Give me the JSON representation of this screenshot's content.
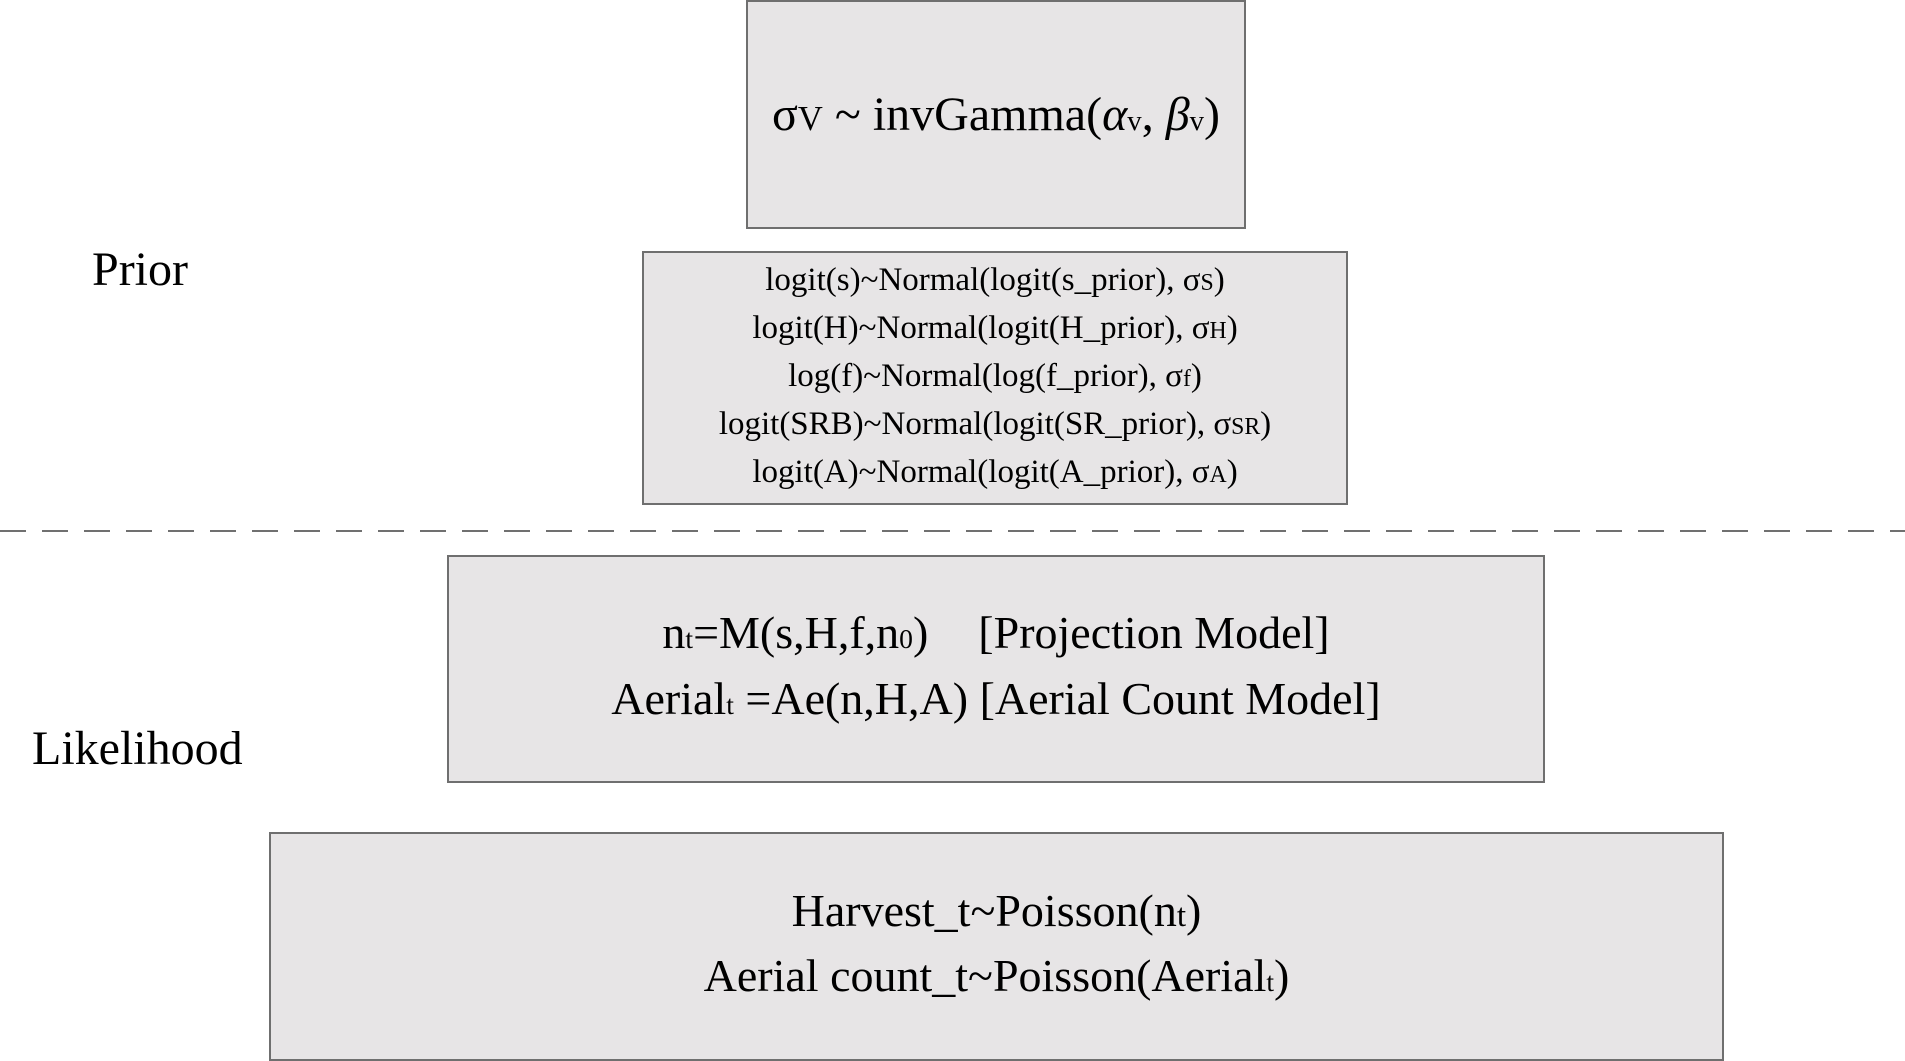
{
  "labels": {
    "prior": "Prior",
    "likelihood": "Likelihood"
  },
  "hyperprior": {
    "sigma": "σ",
    "sigma_sub": "V",
    "mid": " ~ invGamma(",
    "alpha": "α",
    "alpha_sub": "v",
    "comma": ", ",
    "beta": "β",
    "beta_sub": "v",
    "close": ")"
  },
  "priors": [
    {
      "text": "logit(s)~Normal(logit(s_prior), σ",
      "sub": "S",
      "close": ")"
    },
    {
      "text": "logit(H)~Normal(logit(H_prior), σ",
      "sub": "H",
      "close": ")"
    },
    {
      "text": "log(f)~Normal(log(f_prior), σ",
      "sub": "f",
      "close": ")"
    },
    {
      "text": "logit(SRB)~Normal(logit(SR_prior), σ",
      "sub": "SR",
      "close": ")"
    },
    {
      "text": "logit(A)~Normal(logit(A_prior), σ",
      "sub": "A",
      "close": ")"
    }
  ],
  "process": {
    "line1": {
      "n": "n",
      "n_sub": "t",
      "eq": "=M(s,H,f,n",
      "n0_sub": "0",
      "close": ")",
      "bracket": "[Projection Model]"
    },
    "line2": {
      "aerial": "Aerial",
      "aerial_sub": "t",
      "eq": " =Ae(n,H,A) ",
      "bracket": "[Aerial Count Model]"
    }
  },
  "observation": {
    "line1": {
      "text": "Harvest_t~Poisson(n",
      "sub": "t",
      "close": ")"
    },
    "line2": {
      "text": "Aerial count_t~Poisson(Aerial",
      "sub": "t",
      "close": ")"
    }
  }
}
